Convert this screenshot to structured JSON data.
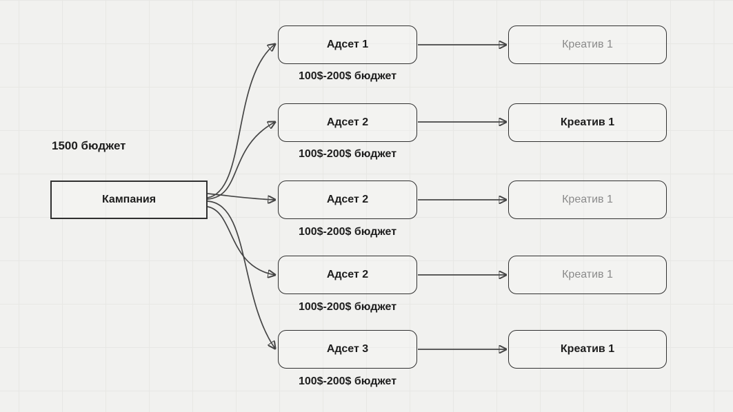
{
  "palette": {
    "canvas_background": "#f1f1ef",
    "grid_line": "#e7e7e4",
    "node_border": "#2f2f2f",
    "edge_stroke": "#454545",
    "text_dark": "#1d1d1d",
    "text_muted": "#8a8a8a"
  },
  "campaign": {
    "label": "Кампания",
    "budget": "1500 бюджет"
  },
  "rows": [
    {
      "adset": "Адсет 1",
      "budget": "100$-200$ бюджет",
      "creative": "Креатив 1",
      "creative_style": "muted"
    },
    {
      "adset": "Адсет 2",
      "budget": "100$-200$ бюджет",
      "creative": "Креатив 1",
      "creative_style": "bold"
    },
    {
      "adset": "Адсет 2",
      "budget": "100$-200$ бюджет",
      "creative": "Креатив 1",
      "creative_style": "muted"
    },
    {
      "adset": "Адсет 2",
      "budget": "100$-200$ бюджет",
      "creative": "Креатив 1",
      "creative_style": "muted"
    },
    {
      "adset": "Адсет 3",
      "budget": "100$-200$ бюджет",
      "creative": "Креатив 1",
      "creative_style": "bold"
    }
  ]
}
